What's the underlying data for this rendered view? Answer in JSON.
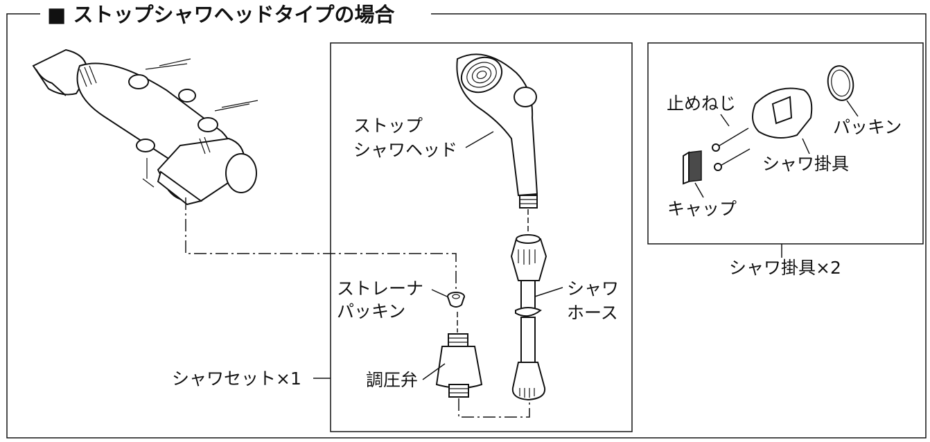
{
  "title": "■ ストップシャワヘッドタイプの場合",
  "labels": {
    "stop_shower_head_1": "ストップ",
    "stop_shower_head_2": "シャワヘッド",
    "strainer_packing_1": "ストレーナ",
    "strainer_packing_2": "パッキン",
    "shower_hose_1": "シャワ",
    "shower_hose_2": "ホース",
    "pressure_valve": "調圧弁",
    "shower_set": "シャワセット×1",
    "set_screw": "止めねじ",
    "packing": "パッキン",
    "shower_holder": "シャワ掛具",
    "cap": "キャップ",
    "shower_holder_set": "シャワ掛具×2"
  },
  "icons": [
    "faucet-mixer-icon",
    "shower-head-icon",
    "shower-hose-icon",
    "pressure-valve-icon",
    "strainer-packing-icon",
    "screw-icon",
    "shower-holder-icon",
    "packing-ring-icon",
    "cap-icon"
  ]
}
